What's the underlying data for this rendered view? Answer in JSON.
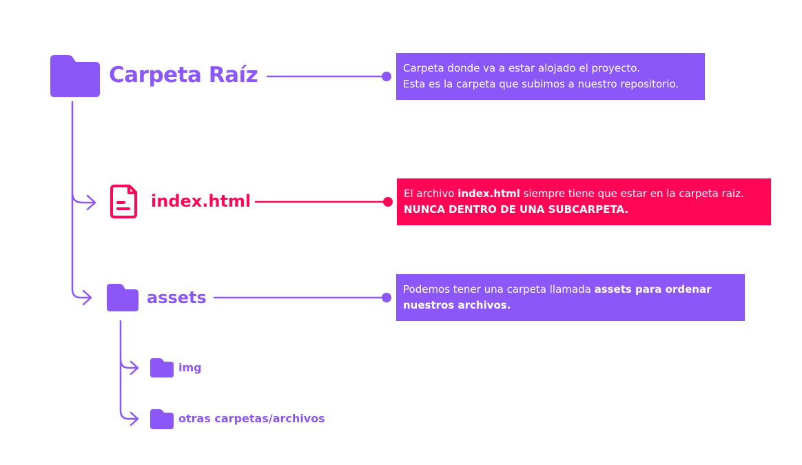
{
  "colors": {
    "purple": "#8c57f8",
    "pink": "#ff0657",
    "white": "#ffffff"
  },
  "root": {
    "icon": "folder-icon",
    "label": "Carpeta Raíz",
    "note": {
      "line1": "Carpeta donde va a estar alojado el proyecto.",
      "line2": "Esta es la carpeta que subimos a nuestro repositorio."
    }
  },
  "index_file": {
    "icon": "file-icon",
    "label": "index.html",
    "note": {
      "line1_pre": "El archivo ",
      "line1_bold": "index.html",
      "line1_post": " siempre tiene que estar en la carpeta raiz.",
      "line2_bold": "NUNCA DENTRO DE UNA SUBCARPETA."
    }
  },
  "assets_folder": {
    "icon": "folder-icon",
    "label": "assets",
    "note": {
      "line1_pre": "Podemos tener una carpeta llamada ",
      "line1_bold": "assets para ordenar",
      "line2_bold": "nuestros archivos."
    }
  },
  "subfolders": [
    {
      "icon": "folder-icon",
      "label": "img"
    },
    {
      "icon": "folder-icon",
      "label": "otras carpetas/archivos"
    }
  ]
}
